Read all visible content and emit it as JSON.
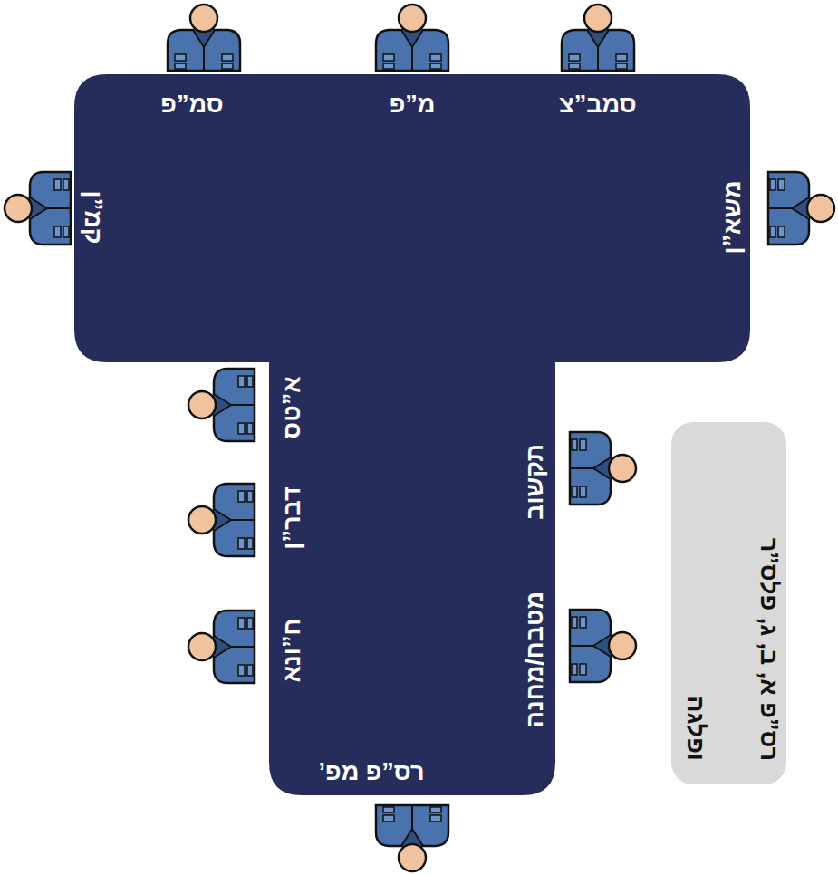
{
  "diagram": {
    "nodes": [
      {
        "text": [
          "סמ”פ",
          "מ”פ",
          "סמב”צ",
          "קמ”ן",
          "משא”ן",
          "א”טס",
          "דבר”ן",
          "ח”ונא",
          "תקשוב",
          "מטבח/מחנה",
          "רס”פ מפ’"
        ]
      },
      {
        "text": [
          "רס”פ א, ב, ג, פלס”ר ופלגה"
        ]
      }
    ]
  }
}
